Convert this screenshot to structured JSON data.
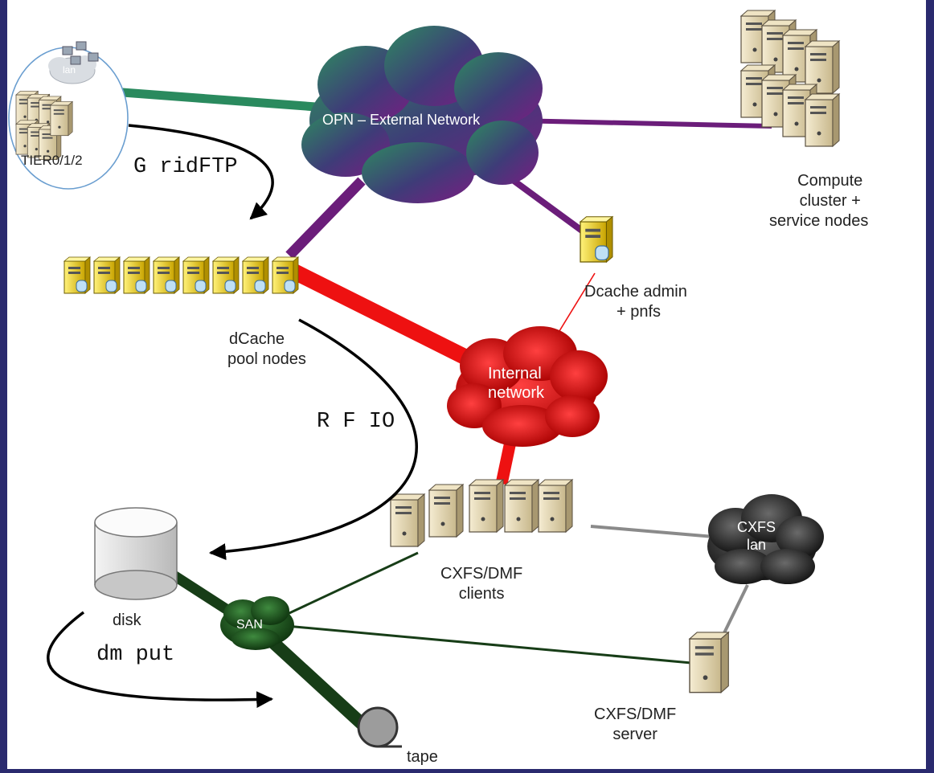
{
  "diagram": {
    "colors": {
      "frame": "#2a2a6e",
      "canvas": "#ffffff",
      "opn_link": "#6b1d7a",
      "tier_link": "#2a8a5e",
      "internal_link": "#ee1111",
      "san_link": "#173d17",
      "cxfs_link": "#8a8a8a"
    },
    "clouds": {
      "opn": "OPN – External Network",
      "internal_line1": "Internal",
      "internal_line2": "network",
      "cxfs_line1": "CXFS",
      "cxfs_line2": "lan",
      "san": "SAN",
      "tier_lan": "lan"
    },
    "nodes": {
      "tier": "TIER0/1/2",
      "compute_line1": "Compute",
      "compute_line2": "cluster +",
      "compute_line3": "service nodes",
      "dcache_admin_line1": "Dcache admin",
      "dcache_admin_line2": "+ pnfs",
      "dcache_pool_line1": "dCache",
      "dcache_pool_line2": "pool nodes",
      "cxfs_clients_line1": "CXFS/DMF",
      "cxfs_clients_line2": "clients",
      "disk": "disk",
      "cxfs_server_line1": "CXFS/DMF",
      "cxfs_server_line2": "server",
      "tape": "tape"
    },
    "flows": {
      "gridftp": "G ridFTP",
      "rfio": "R F IO",
      "dmput": "dm put"
    }
  }
}
